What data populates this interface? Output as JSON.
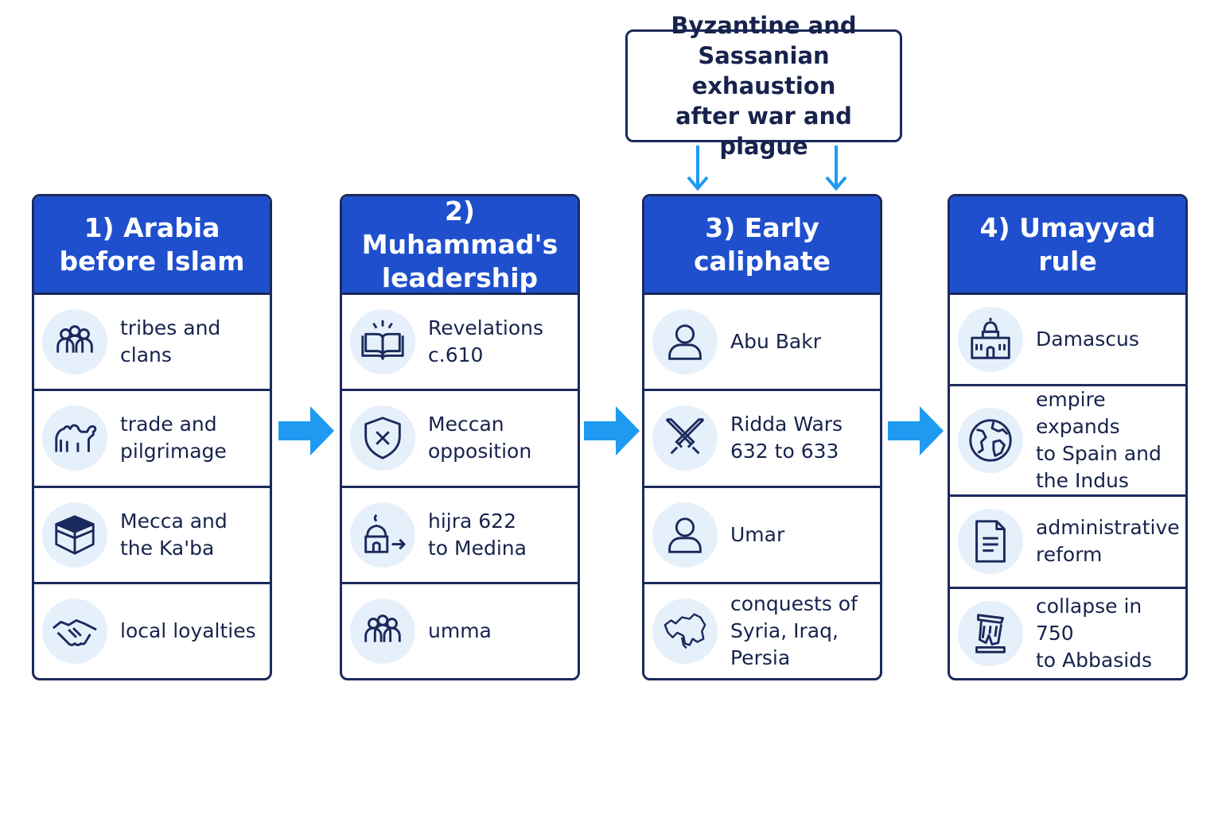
{
  "note": {
    "text": "Byzantine and\nSassanian exhaustion\nafter war and plague"
  },
  "columns": [
    {
      "title": "1) Arabia\nbefore Islam",
      "rows": [
        {
          "label": "tribes and clans",
          "icon": "people-group-icon"
        },
        {
          "label": "trade and\npilgrimage",
          "icon": "camel-icon"
        },
        {
          "label": "Mecca and\nthe Ka'ba",
          "icon": "kaaba-icon"
        },
        {
          "label": "local loyalties",
          "icon": "handshake-icon"
        }
      ]
    },
    {
      "title": "2) Muhammad's\nleadership",
      "rows": [
        {
          "label": "Revelations c.610",
          "icon": "open-book-icon"
        },
        {
          "label": "Meccan\nopposition",
          "icon": "shield-icon"
        },
        {
          "label": "hijra 622\nto Medina",
          "icon": "mosque-arrow-icon"
        },
        {
          "label": "umma",
          "icon": "people-group-icon"
        }
      ]
    },
    {
      "title": "3) Early\ncaliphate",
      "rows": [
        {
          "label": "Abu Bakr",
          "icon": "person-icon"
        },
        {
          "label": "Ridda Wars\n632 to 633",
          "icon": "crossed-swords-icon"
        },
        {
          "label": "Umar",
          "icon": "person-icon"
        },
        {
          "label": "conquests of\nSyria, Iraq, Persia",
          "icon": "map-region-icon"
        }
      ]
    },
    {
      "title": "4) Umayyad\nrule",
      "rows": [
        {
          "label": "Damascus",
          "icon": "domed-building-icon"
        },
        {
          "label": "empire expands\nto Spain and\nthe Indus",
          "icon": "globe-icon"
        },
        {
          "label": "administrative\nreform",
          "icon": "document-icon"
        },
        {
          "label": "collapse in 750\nto Abbasids",
          "icon": "broken-column-icon"
        }
      ]
    }
  ],
  "colors": {
    "header_blue": "#1f4fcc",
    "arrow_blue": "#1e9bf0",
    "border_navy": "#1b2a5c",
    "icon_bg": "#e6f0fb"
  }
}
